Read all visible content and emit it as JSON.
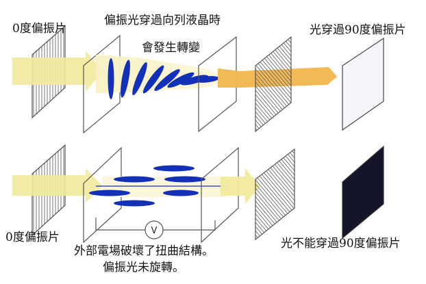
{
  "labels": {
    "polarizer_0_top": "0度偏振片",
    "lc_title": "偏振光穿過向列液晶時",
    "lc_subtitle": "會發生轉變",
    "light_passes": "光穿過90度偏振片",
    "polarizer_0_bottom": "0度偏振片",
    "light_blocked": "光不能穿過90度偏振片",
    "field_title": "外部電場破壞了扭曲結構。",
    "field_subtitle": "偏振光未旋轉。"
  },
  "voltmeter": {
    "symbol": "V"
  },
  "colors": {
    "yellow_beam": "#f2ea9c",
    "orange_beam": "#f1b54b",
    "lc_molecule": "#1330b8",
    "dark_screen": "#15152a",
    "plate_stroke": "#555555"
  }
}
